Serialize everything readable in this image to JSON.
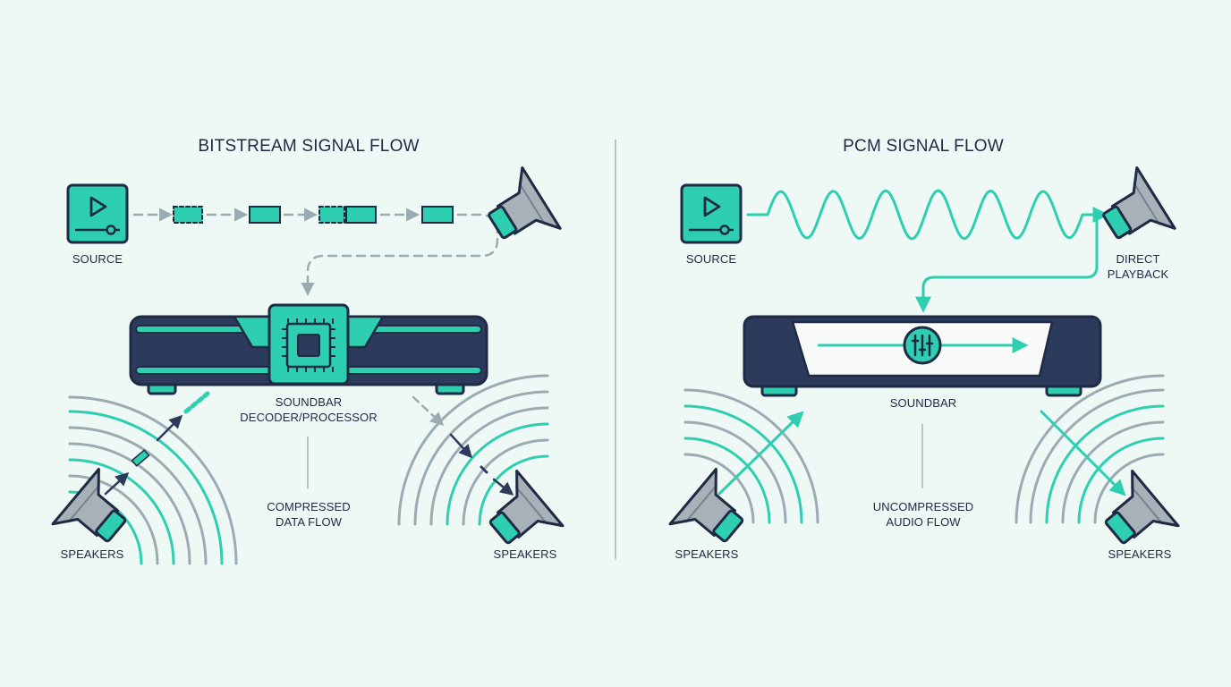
{
  "colors": {
    "background": "#eef8f4",
    "teal": "#2ecfb0",
    "navy": "#2c3a5c",
    "outline": "#1f2a44",
    "gray": "#9aacb2",
    "speaker_gray": "#a6b2b8"
  },
  "bitstream": {
    "title": "BITSTREAM SIGNAL FLOW",
    "source_label": "SOURCE",
    "soundbar_label_line1": "SOUNDBAR",
    "soundbar_label_line2": "DECODER/PROCESSOR",
    "flow_label_line1": "COMPRESSED",
    "flow_label_line2": "DATA FLOW",
    "left_speaker_label": "SPEAKERS",
    "right_speaker_label": "SPEAKERS",
    "icons": [
      "play-icon",
      "chip-icon",
      "speaker-icon"
    ]
  },
  "pcm": {
    "title": "PCM SIGNAL FLOW",
    "source_label": "SOURCE",
    "direct_label_line1": "DIRECT",
    "direct_label_line2": "PLAYBACK",
    "soundbar_label": "SOUNDBAR",
    "flow_label_line1": "UNCOMPRESSED",
    "flow_label_line2": "AUDIO FLOW",
    "left_speaker_label": "SPEAKERS",
    "right_speaker_label": "SPEAKERS",
    "icons": [
      "play-icon",
      "equalizer-icon",
      "speaker-icon"
    ]
  }
}
